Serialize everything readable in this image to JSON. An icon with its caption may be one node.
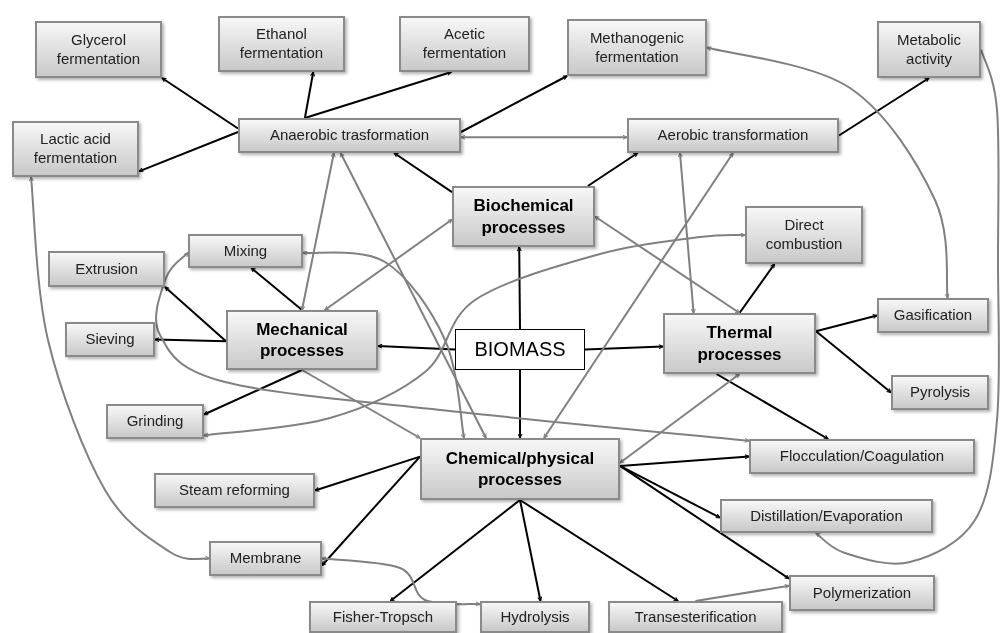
{
  "diagram": {
    "nodes": [
      {
        "text": [
          "BIOMASS"
        ]
      },
      {
        "text": [
          "Biochemical processes"
        ]
      },
      {
        "text": [
          "Mechanical processes"
        ]
      },
      {
        "text": [
          "Thermal processes"
        ]
      },
      {
        "text": [
          "Chemical/physical processes"
        ]
      },
      {
        "text": [
          "Glycerol fermentation"
        ]
      },
      {
        "text": [
          "Ethanol fermentation"
        ]
      },
      {
        "text": [
          "Acetic fermentation"
        ]
      },
      {
        "text": [
          "Methanogenic fermentation"
        ]
      },
      {
        "text": [
          "Metabolic activity"
        ]
      },
      {
        "text": [
          "Lactic acid fermentation"
        ]
      },
      {
        "text": [
          "Anaerobic trasformation"
        ]
      },
      {
        "text": [
          "Aerobic transformation"
        ]
      },
      {
        "text": [
          "Direct combustion"
        ]
      },
      {
        "text": [
          "Extrusion"
        ]
      },
      {
        "text": [
          "Mixing"
        ]
      },
      {
        "text": [
          "Sieving"
        ]
      },
      {
        "text": [
          "Gasification"
        ]
      },
      {
        "text": [
          "Grinding"
        ]
      },
      {
        "text": [
          "Pyrolysis"
        ]
      },
      {
        "text": [
          "Flocculation/Coagulation"
        ]
      },
      {
        "text": [
          "Steam reforming"
        ]
      },
      {
        "text": [
          "Distillation/Evaporation"
        ]
      },
      {
        "text": [
          "Membrane"
        ]
      },
      {
        "text": [
          "Polymerization"
        ]
      },
      {
        "text": [
          "Fisher-Tropsch"
        ]
      },
      {
        "text": [
          "Hydrolysis"
        ]
      },
      {
        "text": [
          "Transesterification"
        ]
      }
    ],
    "edges": [
      {
        "from": 0,
        "to": 1,
        "arrow": "to"
      },
      {
        "from": 0,
        "to": 2,
        "arrow": "to"
      },
      {
        "from": 0,
        "to": 3,
        "arrow": "to"
      },
      {
        "from": 0,
        "to": 4,
        "arrow": "to"
      },
      {
        "from": 1,
        "to": 11,
        "arrow": "to"
      },
      {
        "from": 1,
        "to": 12,
        "arrow": "to"
      },
      {
        "from": 11,
        "to": 5,
        "arrow": "to"
      },
      {
        "from": 11,
        "to": 6,
        "arrow": "to"
      },
      {
        "from": 11,
        "to": 7,
        "arrow": "to"
      },
      {
        "from": 11,
        "to": 8,
        "arrow": "to"
      },
      {
        "from": 11,
        "to": 10,
        "arrow": "to"
      },
      {
        "from": 12,
        "to": 9,
        "arrow": "to"
      },
      {
        "from": 2,
        "to": 15,
        "arrow": "to"
      },
      {
        "from": 2,
        "to": 14,
        "arrow": "to"
      },
      {
        "from": 2,
        "to": 16,
        "arrow": "to"
      },
      {
        "from": 2,
        "to": 18,
        "arrow": "to"
      },
      {
        "from": 3,
        "to": 13,
        "arrow": "to"
      },
      {
        "from": 3,
        "to": 17,
        "arrow": "to"
      },
      {
        "from": 3,
        "to": 19,
        "arrow": "to"
      },
      {
        "from": 3,
        "to": 20,
        "arrow": "to"
      },
      {
        "from": 4,
        "to": 21,
        "arrow": "to"
      },
      {
        "from": 4,
        "to": 23,
        "arrow": "to"
      },
      {
        "from": 4,
        "to": 25,
        "arrow": "to"
      },
      {
        "from": 4,
        "to": 26,
        "arrow": "to"
      },
      {
        "from": 4,
        "to": 27,
        "arrow": "to"
      },
      {
        "from": 4,
        "to": 20,
        "arrow": "to"
      },
      {
        "from": 4,
        "to": 22,
        "arrow": "to"
      },
      {
        "from": 4,
        "to": 24,
        "arrow": "to"
      },
      {
        "from": 11,
        "to": 12,
        "arrow": "both",
        "color": "#808080"
      },
      {
        "from": 11,
        "to": 2,
        "arrow": "both",
        "color": "#808080"
      },
      {
        "from": 11,
        "to": 4,
        "arrow": "both",
        "color": "#808080"
      },
      {
        "from": 1,
        "to": 2,
        "arrow": "both",
        "color": "#808080"
      },
      {
        "from": 15,
        "to": 4,
        "arrow": "both",
        "color": "#808080"
      },
      {
        "from": 15,
        "to": 20,
        "arrow": "both",
        "color": "#808080"
      },
      {
        "from": 10,
        "to": 23,
        "arrow": "both",
        "color": "#808080"
      },
      {
        "from": 18,
        "to": 13,
        "arrow": "both",
        "color": "#808080"
      },
      {
        "from": 1,
        "to": 3,
        "arrow": "both",
        "color": "#808080"
      },
      {
        "from": 12,
        "to": 3,
        "arrow": "both",
        "color": "#808080"
      },
      {
        "from": 12,
        "to": 4,
        "arrow": "both",
        "color": "#808080"
      },
      {
        "from": 8,
        "to": 17,
        "arrow": "both",
        "color": "#808080"
      },
      {
        "from": 9,
        "to": 22,
        "arrow": "to",
        "color": "#808080"
      },
      {
        "from": 4,
        "to": 3,
        "arrow": "both",
        "color": "#808080"
      },
      {
        "from": 2,
        "to": 4,
        "arrow": "to",
        "color": "#808080"
      },
      {
        "from": 23,
        "to": 26,
        "arrow": "both",
        "color": "#808080"
      },
      {
        "from": 27,
        "to": 24,
        "arrow": "to",
        "color": "#808080"
      }
    ]
  }
}
